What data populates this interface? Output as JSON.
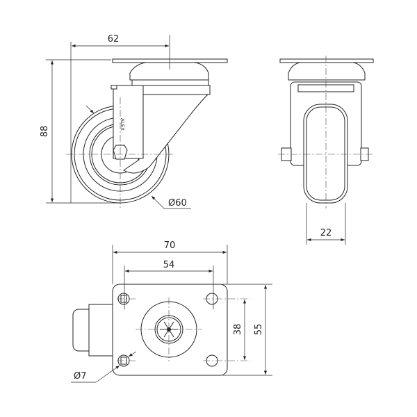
{
  "drawing": {
    "side_view": {
      "width_dim": "62",
      "height_dim": "88",
      "wheel_diameter": "Ø60",
      "brand_mark": "ALEX"
    },
    "front_view": {
      "wheel_width_dim": "22"
    },
    "top_view": {
      "plate_length_dim": "70",
      "hole_spacing_x_dim": "54",
      "hole_spacing_y_dim": "38",
      "plate_width_dim": "55",
      "hole_diameter": "Ø7"
    }
  }
}
